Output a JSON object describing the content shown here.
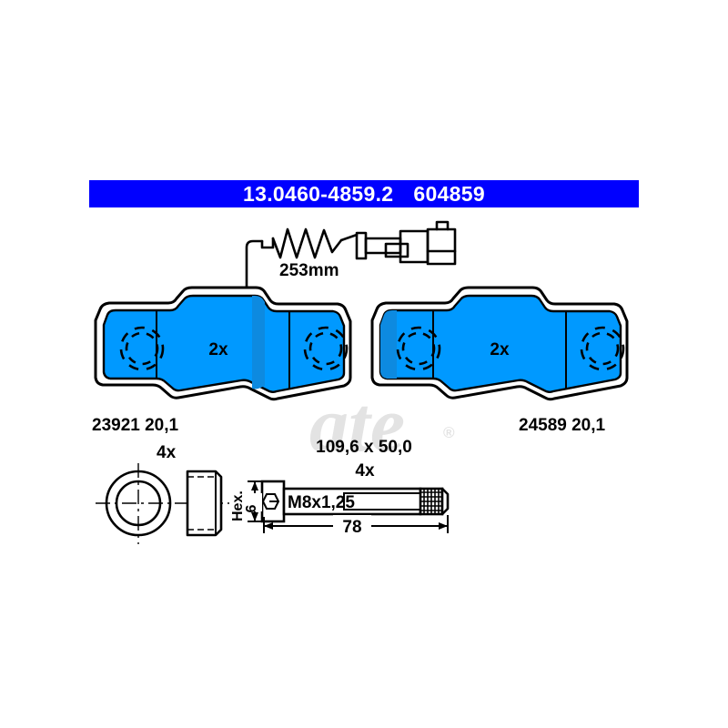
{
  "header": {
    "part_number": "13.0460-4859.2",
    "reference_number": "604859"
  },
  "watermark": {
    "brand": "ate",
    "registered_mark": "®"
  },
  "sensor": {
    "label": "253mm",
    "name": "brake-wear-sensor"
  },
  "pads": [
    {
      "quantity_label": "2x",
      "part_number": "23921 20,1"
    },
    {
      "quantity_label": "2x",
      "part_number": "24589 20,1"
    }
  ],
  "pad_dimensions": "109,6 x 50,0",
  "hardware": {
    "bushing": {
      "quantity_label": "4x"
    },
    "bolt": {
      "quantity_label": "4x",
      "thread_spec": "M8x1,25",
      "length_label": "78",
      "hex_label": "Hex.",
      "hex_size": "6"
    }
  },
  "colors": {
    "header_blue": "#0000ff",
    "pad_blue": "#0099ff",
    "pad_blue_dark": "#0d8ae0",
    "outline": "#000000",
    "watermark_gray": "#e3e3e3",
    "background": "#ffffff"
  }
}
